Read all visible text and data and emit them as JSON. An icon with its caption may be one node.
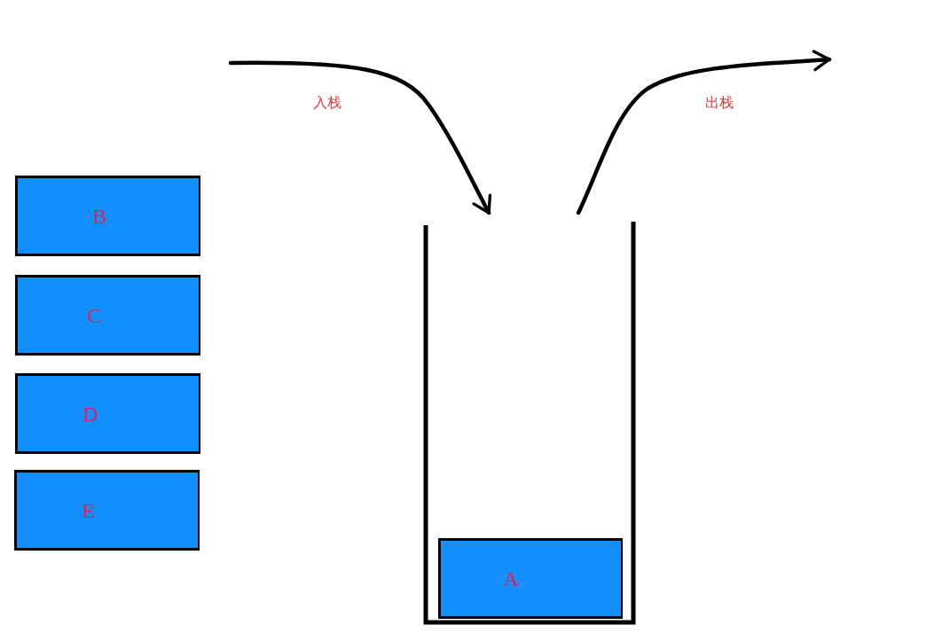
{
  "diagram": {
    "nodes": [
      {
        "text": [
          "B"
        ]
      },
      {
        "text": [
          "C"
        ]
      },
      {
        "text": [
          "D"
        ]
      },
      {
        "text": [
          "E"
        ]
      },
      {
        "text": [],
        "shape": "box"
      },
      {
        "text": [
          "A"
        ],
        "in": 4
      }
    ],
    "edges": [
      {
        "from": null,
        "to": 4,
        "arrow": "to",
        "label": "入栈"
      },
      {
        "from": 4,
        "to": null,
        "arrow": "to",
        "label": "出栈"
      }
    ]
  }
}
